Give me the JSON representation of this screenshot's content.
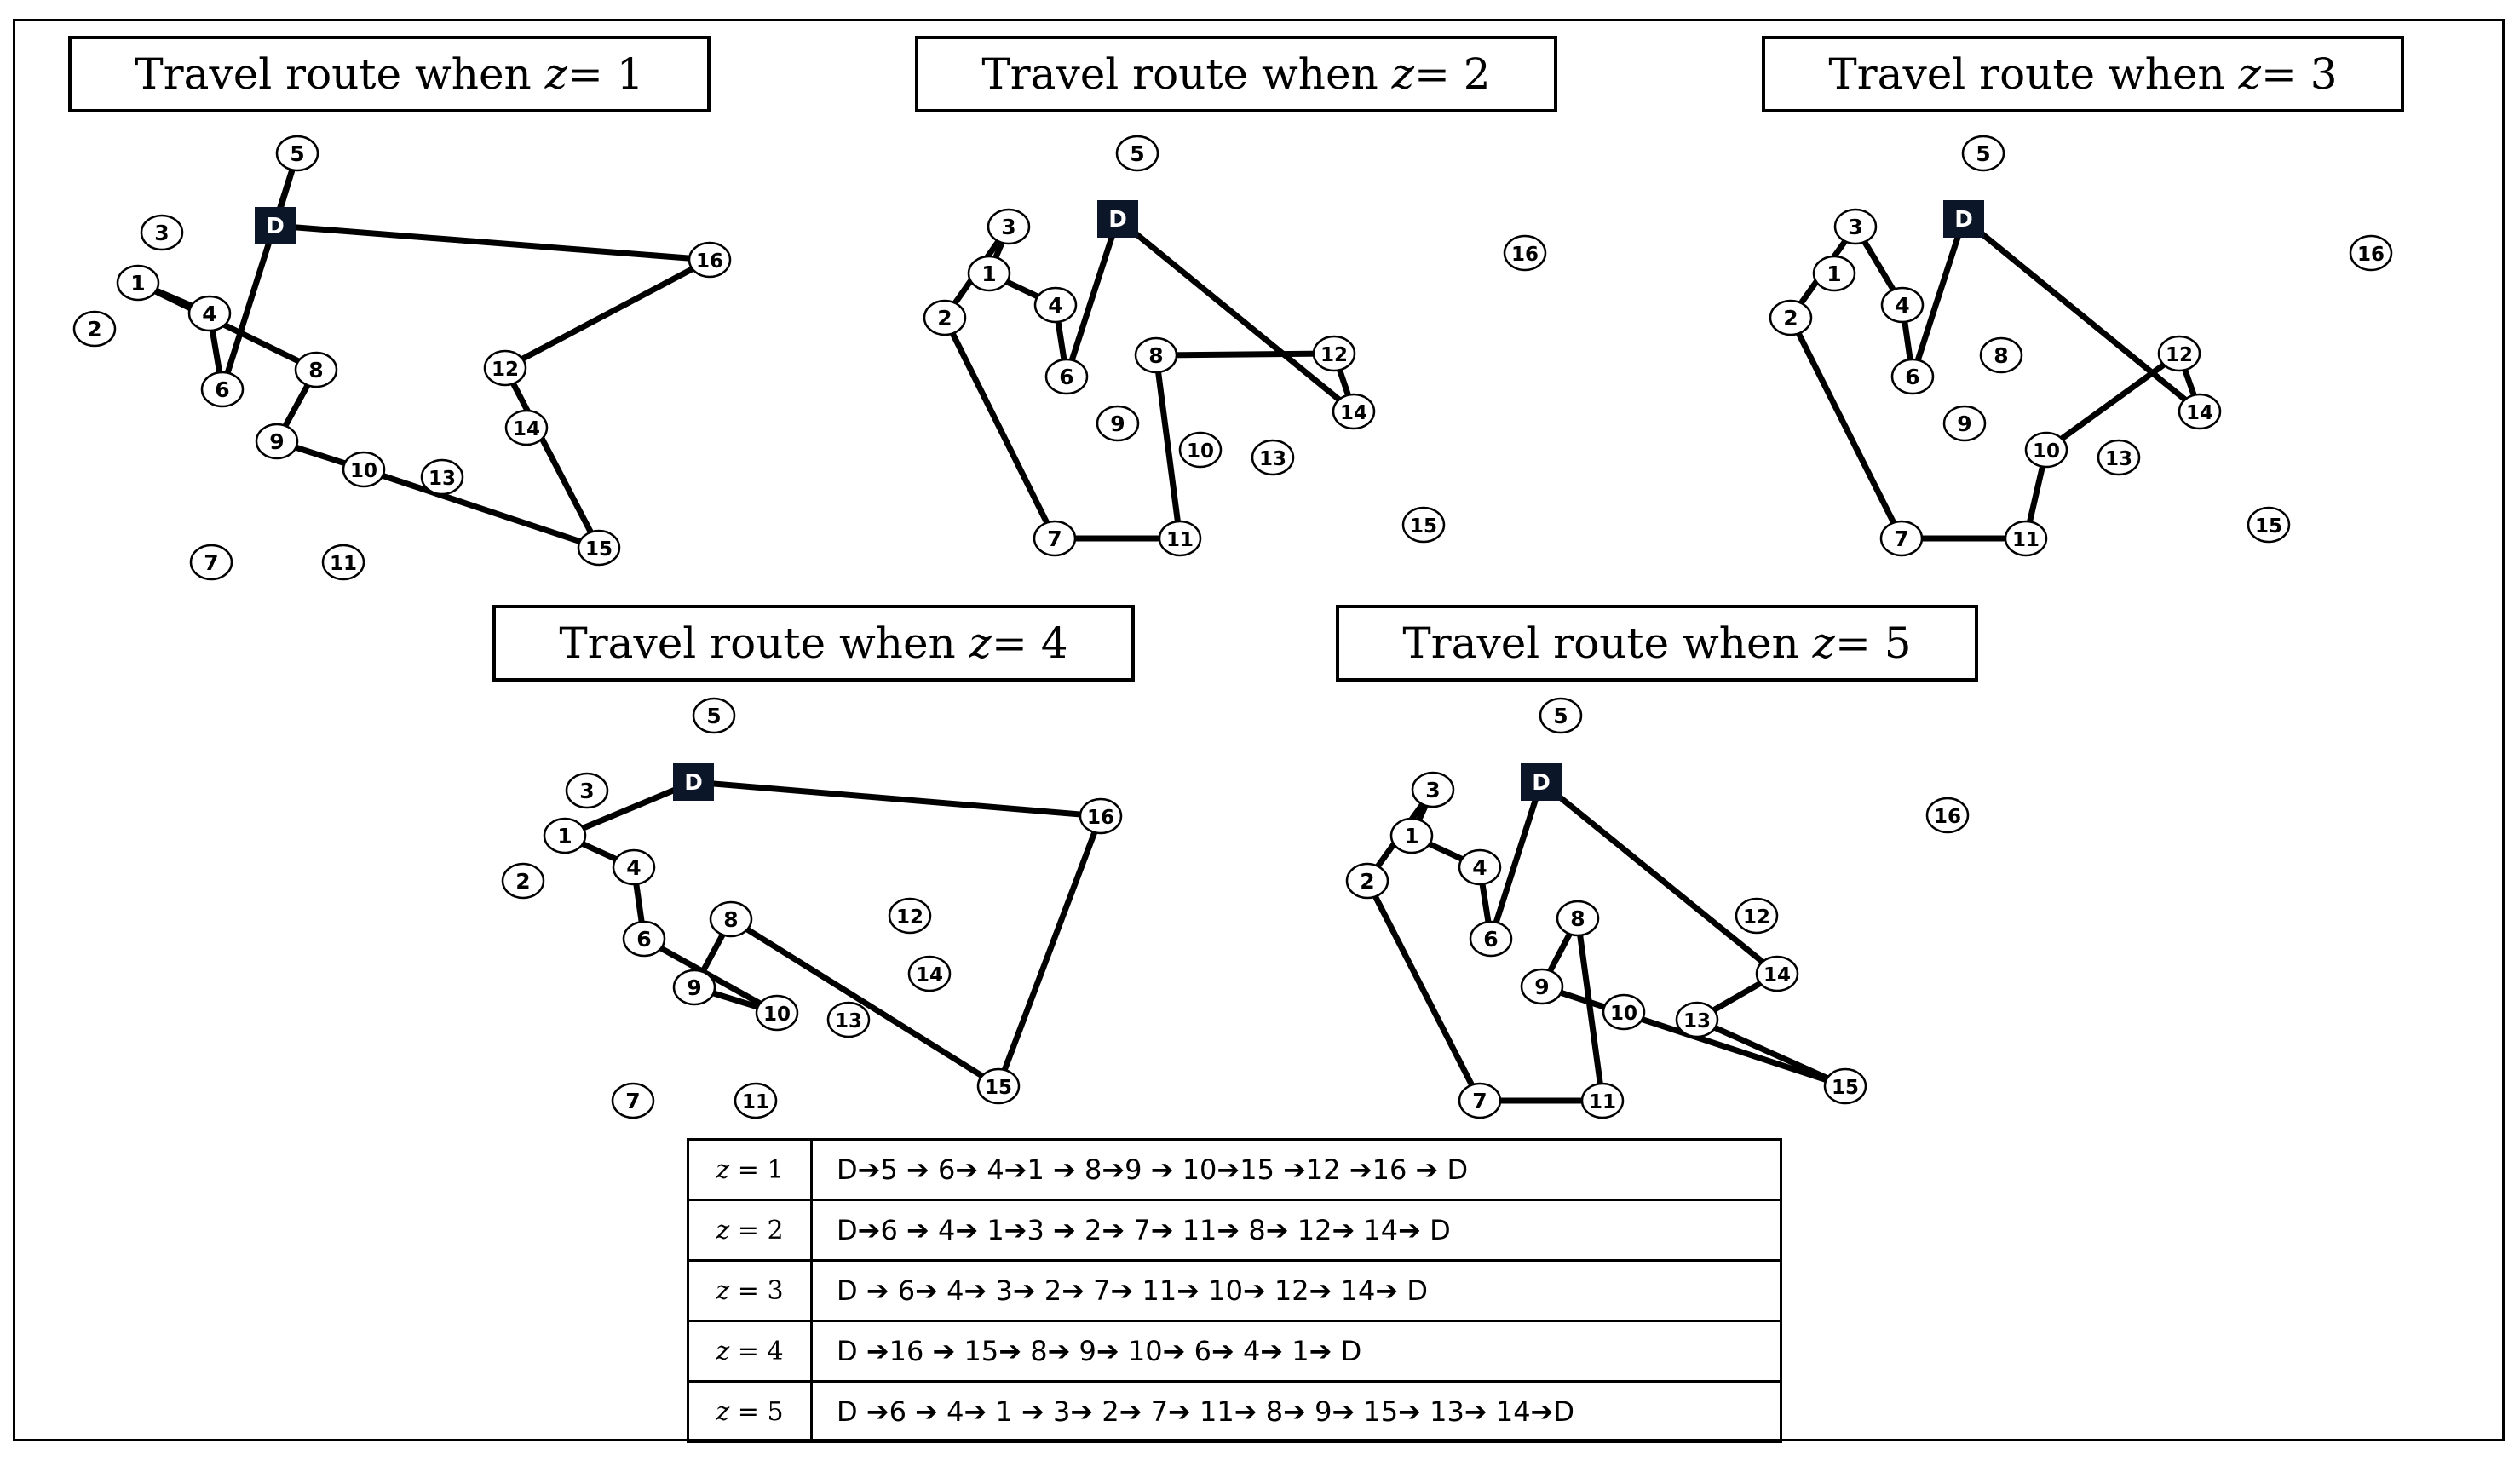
{
  "colors": {
    "line": "#000000",
    "depot_fill": "#0b1628",
    "node_fill": "#ffffff",
    "background": "#ffffff"
  },
  "panels": [
    {
      "id": "z1",
      "title_prefix": "Travel route when ",
      "title_var": "z",
      "title_eq": " = 1",
      "route": [
        "D",
        "5",
        "6",
        "4",
        "1",
        "8",
        "9",
        "10",
        "15",
        "12",
        "16",
        "D"
      ]
    },
    {
      "id": "z2",
      "title_prefix": "Travel route when ",
      "title_var": "z",
      "title_eq": " = 2",
      "route": [
        "D",
        "6",
        "4",
        "1",
        "3",
        "2",
        "7",
        "11",
        "8",
        "12",
        "14",
        "D"
      ]
    },
    {
      "id": "z3",
      "title_prefix": "Travel route when ",
      "title_var": "z",
      "title_eq": " = 3",
      "route": [
        "D",
        "6",
        "4",
        "3",
        "2",
        "7",
        "11",
        "10",
        "12",
        "14",
        "D"
      ]
    },
    {
      "id": "z4",
      "title_prefix": "Travel route when ",
      "title_var": "z",
      "title_eq": " = 4",
      "route": [
        "D",
        "16",
        "15",
        "8",
        "9",
        "10",
        "6",
        "4",
        "1",
        "D"
      ]
    },
    {
      "id": "z5",
      "title_prefix": "Travel route when ",
      "title_var": "z",
      "title_eq": " = 5",
      "route": [
        "D",
        "6",
        "4",
        "1",
        "3",
        "2",
        "7",
        "11",
        "8",
        "9",
        "15",
        "13",
        "14",
        "D"
      ]
    }
  ],
  "node_labels": [
    "D",
    "1",
    "2",
    "3",
    "4",
    "5",
    "6",
    "7",
    "8",
    "9",
    "10",
    "11",
    "12",
    "13",
    "14",
    "15",
    "16"
  ],
  "table": {
    "rows": [
      {
        "z_var": "z",
        "z_eq": " = 1",
        "sequence": "D➔5 ➔ 6➔ 4➔1 ➔ 8➔9 ➔ 10➔15 ➔12 ➔16 ➔ D"
      },
      {
        "z_var": "z",
        "z_eq": " = 2",
        "sequence": "D➔6 ➔ 4➔ 1➔3 ➔ 2➔ 7➔ 11➔ 8➔ 12➔ 14➔ D"
      },
      {
        "z_var": "z",
        "z_eq": " = 3",
        "sequence": "D ➔ 6➔ 4➔ 3➔ 2➔ 7➔ 11➔ 10➔ 12➔ 14➔ D"
      },
      {
        "z_var": "z",
        "z_eq": " = 4",
        "sequence": "D ➔16 ➔ 15➔ 8➔ 9➔ 10➔ 6➔ 4➔ 1➔ D"
      },
      {
        "z_var": "z",
        "z_eq": " = 5",
        "sequence": "D ➔6 ➔ 4➔ 1 ➔ 3➔ 2➔ 7➔ 11➔ 8➔ 9➔ 15➔ 13➔ 14➔D"
      }
    ]
  }
}
